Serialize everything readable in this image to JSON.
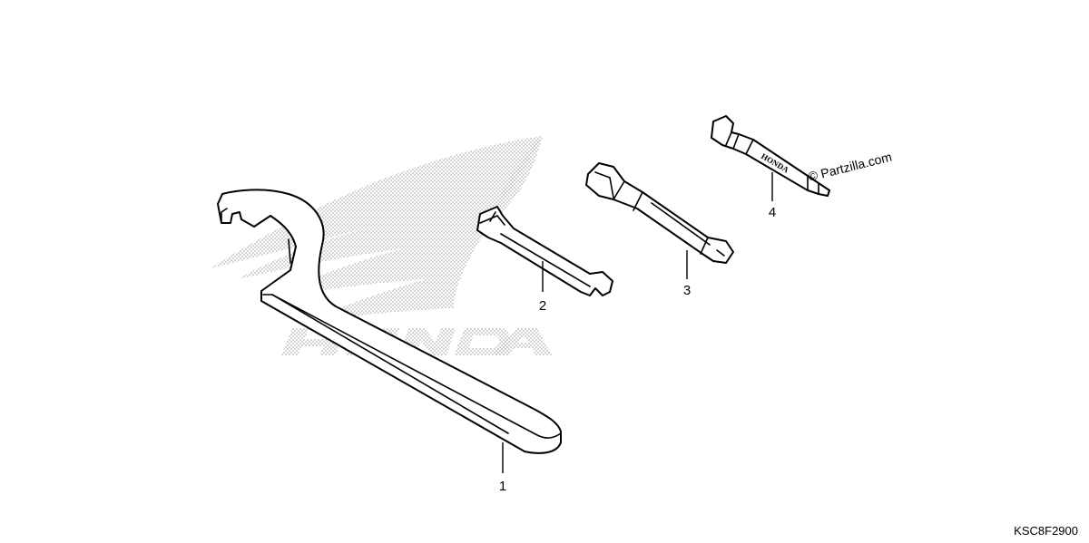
{
  "diagram": {
    "watermark": "© Partzilla.com",
    "diagram_code": "KSC8F2900",
    "tool_print": "HONDA",
    "logo_colors": {
      "dots": "#9a9a9a",
      "line": "#000000",
      "background": "#ffffff"
    },
    "parts": [
      {
        "callout": "1",
        "icon": "hook-spanner-wrench-icon"
      },
      {
        "callout": "2",
        "icon": "open-end-wrench-icon"
      },
      {
        "callout": "3",
        "icon": "socket-wrench-icon"
      },
      {
        "callout": "4",
        "icon": "screwdriver-handle-icon"
      }
    ]
  }
}
